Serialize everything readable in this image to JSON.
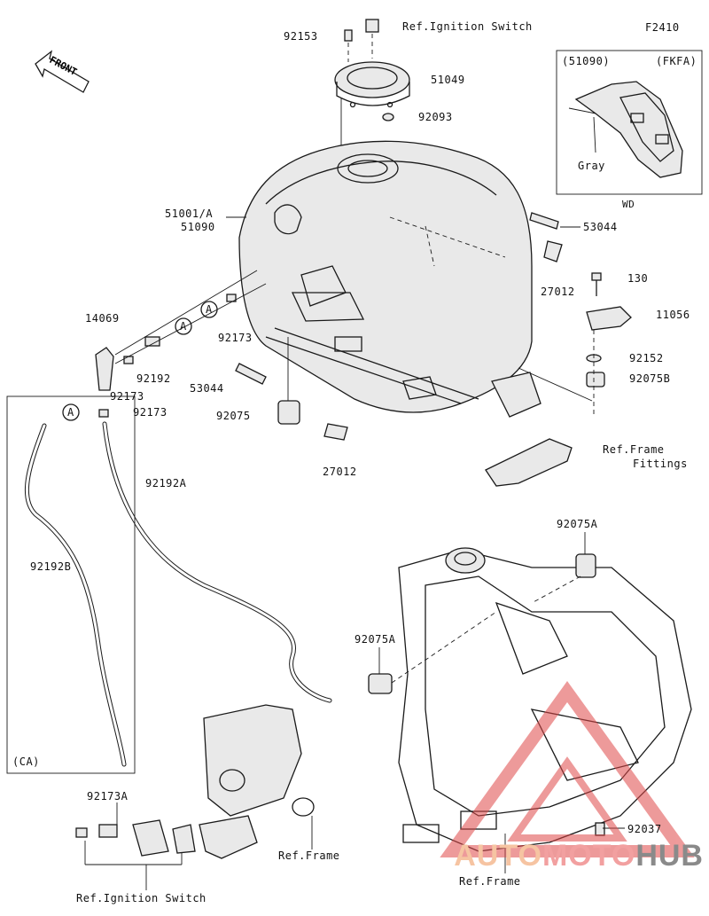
{
  "figure_code": "F2410",
  "front_arrow_text": "FRONT",
  "inset": {
    "tag_left": "(51090)",
    "tag_right": "(FKFA)",
    "color_label": "Gray",
    "region": "WD"
  },
  "ca_box_label": "(CA)",
  "callouts": {
    "a1": "A",
    "a2": "A",
    "a3": "A"
  },
  "labels": {
    "p92153": "92153",
    "ref_ignition_top": "Ref.Ignition Switch",
    "p51049": "51049",
    "p92093": "92093",
    "p51001a": "51001/A",
    "p51090": "51090",
    "p53044_right": "53044",
    "p27012_right": "27012",
    "p130": "130",
    "p11056": "11056",
    "p92152": "92152",
    "p92075b": "92075B",
    "p14069": "14069",
    "p92173_a": "92173",
    "p92192": "92192",
    "p92173_b": "92173",
    "p92173_c": "92173",
    "p53044_left": "53044",
    "p92075": "92075",
    "p27012_bottom": "27012",
    "ref_frame_fittings_1": "Ref.Frame",
    "ref_frame_fittings_2": "Fittings",
    "p92192a": "92192A",
    "p92192b": "92192B",
    "p92075a_top": "92075A",
    "p92075a_left": "92075A",
    "p92173a": "92173A",
    "ref_frame_mid": "Ref.Frame",
    "ref_frame_bottom": "Ref.Frame",
    "ref_ignition_bottom": "Ref.Ignition Switch",
    "p92037": "92037"
  },
  "watermark": {
    "part1": "AUTO",
    "part2": "MOTO",
    "part3": "HUB"
  }
}
